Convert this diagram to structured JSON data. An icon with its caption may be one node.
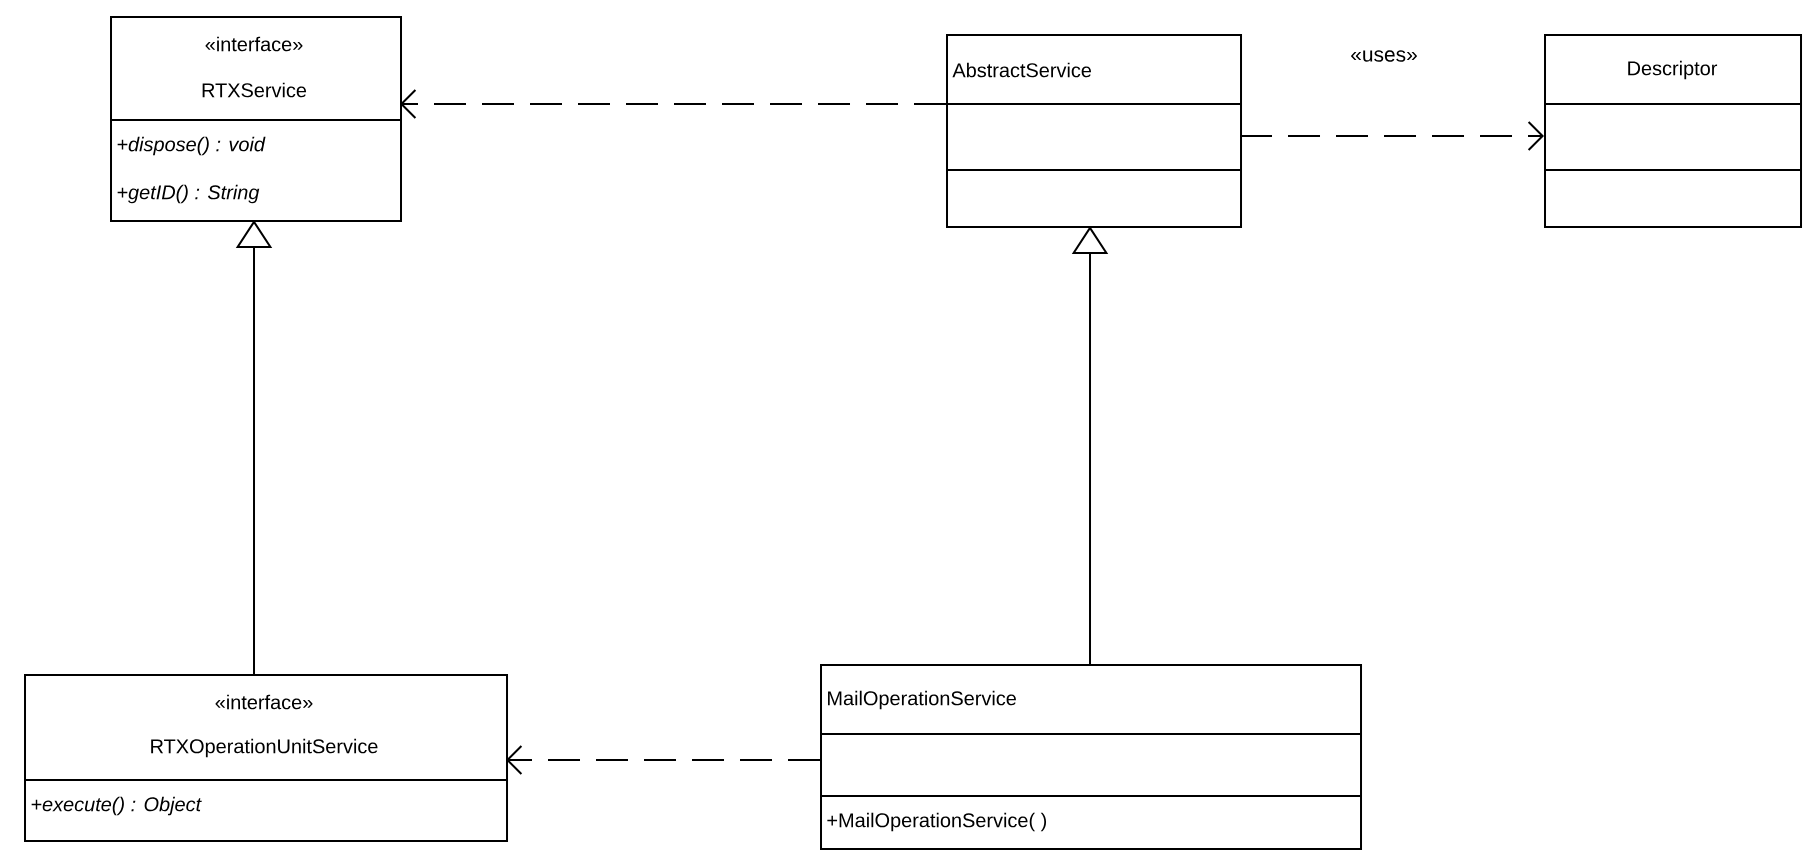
{
  "diagram": {
    "nodes": [
      {
        "text": [
          "«interface»",
          "RTXService",
          "+dispose() : void",
          "+getID() : String"
        ]
      },
      {
        "text": [
          "AbstractService"
        ]
      },
      {
        "text": [
          "Descriptor"
        ]
      },
      {
        "text": [
          "«interface»",
          "RTXOperationUnitService",
          "+execute() : Object"
        ]
      },
      {
        "text": [
          "MailOperationService",
          "+MailOperationService( )"
        ]
      }
    ],
    "edges": [
      {
        "from": 1,
        "to": 0,
        "arrow": "to",
        "style": "dashed"
      },
      {
        "from": 1,
        "to": 2,
        "arrow": "to",
        "style": "dashed",
        "label": "«uses»"
      },
      {
        "from": 3,
        "to": 0,
        "arrow": "to"
      },
      {
        "from": 4,
        "to": 1,
        "arrow": "to"
      },
      {
        "from": 4,
        "to": 3,
        "arrow": "to",
        "style": "dashed"
      }
    ]
  }
}
